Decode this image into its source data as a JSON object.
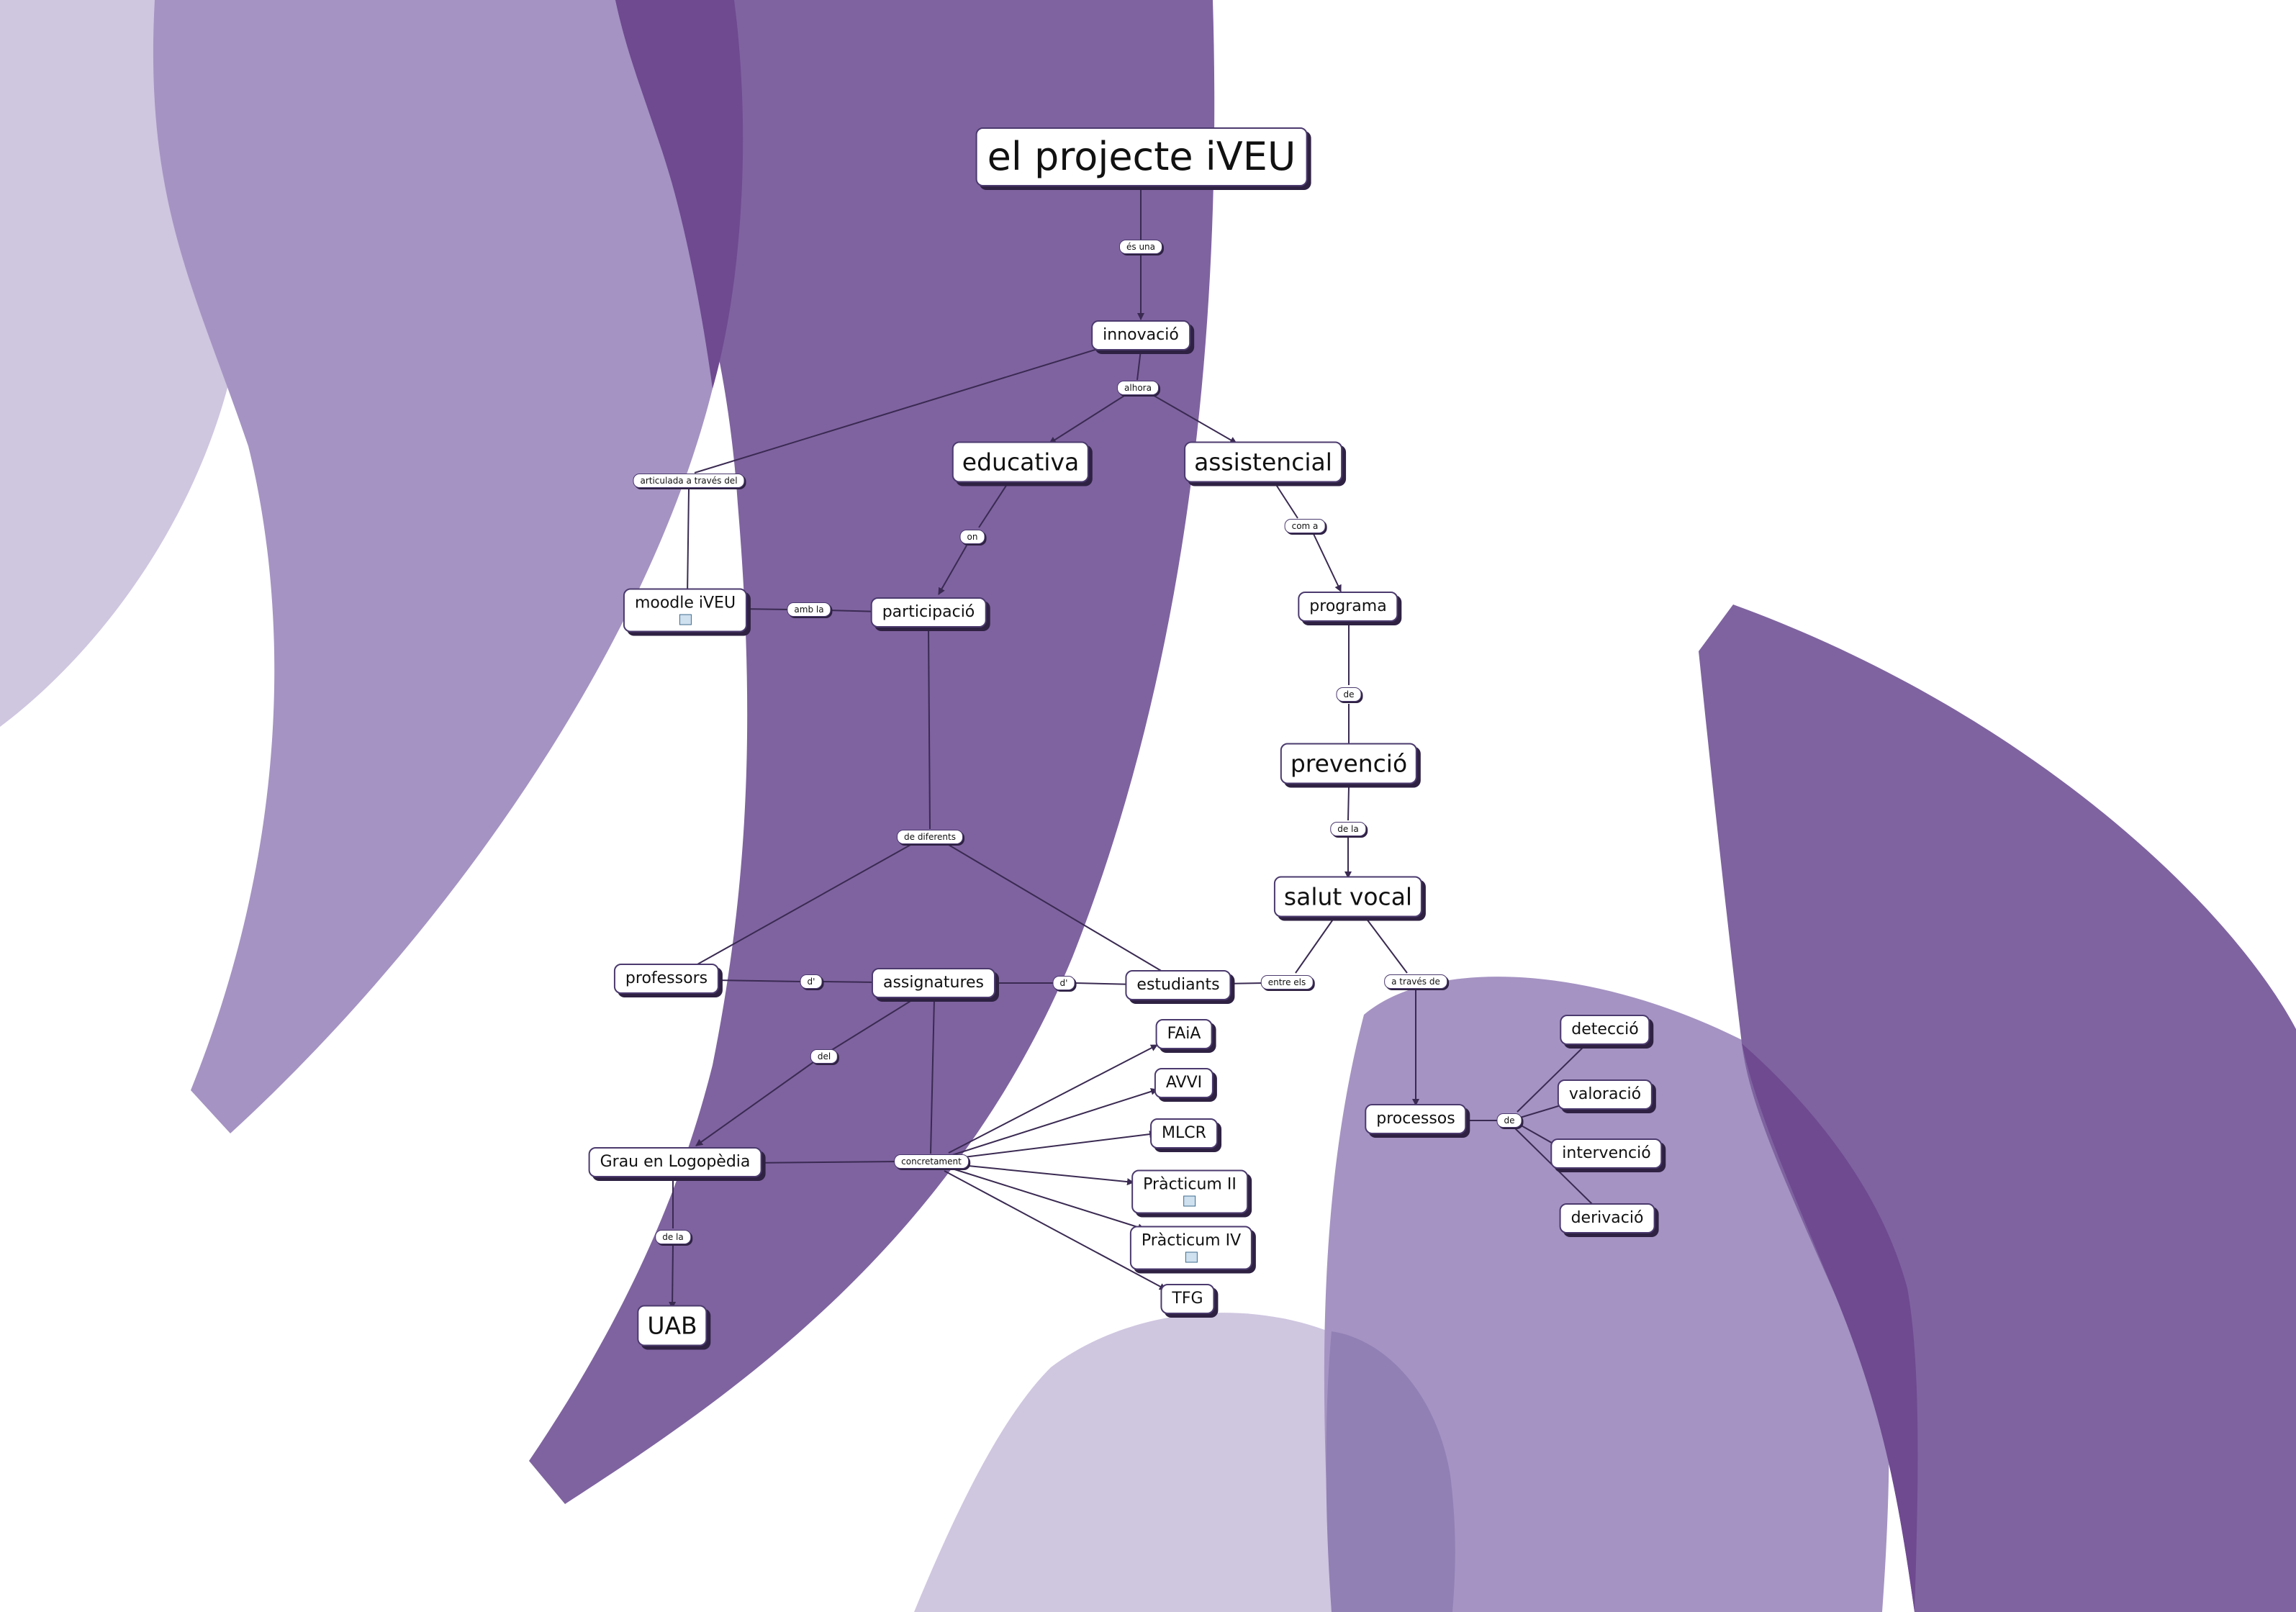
{
  "title": "el projecte iVEU",
  "nodes": {
    "title": "el projecte iVEU",
    "innovacio": "innovació",
    "educativa": "educativa",
    "assistencial": "assistencial",
    "moodle": "moodle iVEU",
    "participacio": "participació",
    "programa": "programa",
    "prevencio": "prevenció",
    "salut_vocal": "salut vocal",
    "professors": "professors",
    "assignatures": "assignatures",
    "estudiants": "estudiants",
    "grau": "Grau en Logopèdia",
    "uab": "UAB",
    "faia": "FAiA",
    "avvi": "AVVI",
    "mlcr": "MLCR",
    "practicum2": "Pràcticum II",
    "practicum4": "Pràcticum IV",
    "tfg": "TFG",
    "processos": "processos",
    "deteccio": "detecció",
    "valoracio": "valoració",
    "intervencio": "intervenció",
    "derivacio": "derivació"
  },
  "links": {
    "es_una": "és una",
    "alhora": "alhora",
    "articulada": "articulada a través del",
    "on": "on",
    "amb_la": "amb la",
    "com_a": "com a",
    "de": "de",
    "de_la_1": "de la",
    "de_diferents": "de diferents",
    "d_prof": "d'",
    "d_est": "d'",
    "entre_els": "entre els",
    "a_traves_de": "a través de",
    "del": "del",
    "concretament": "concretament",
    "de_la_2": "de la",
    "de_proc": "de"
  },
  "colors": {
    "background": "#ffffff",
    "shape_light": "#cfc6e0",
    "shape_mid": "#a593c3",
    "shape_dark": "#7f63a0",
    "shape_overlap": "#6f4a90",
    "node_border": "#4b3a6e",
    "node_shadow": "#2e2142",
    "line": "#3a2a52",
    "resource_icon": "#cfe0ee"
  }
}
